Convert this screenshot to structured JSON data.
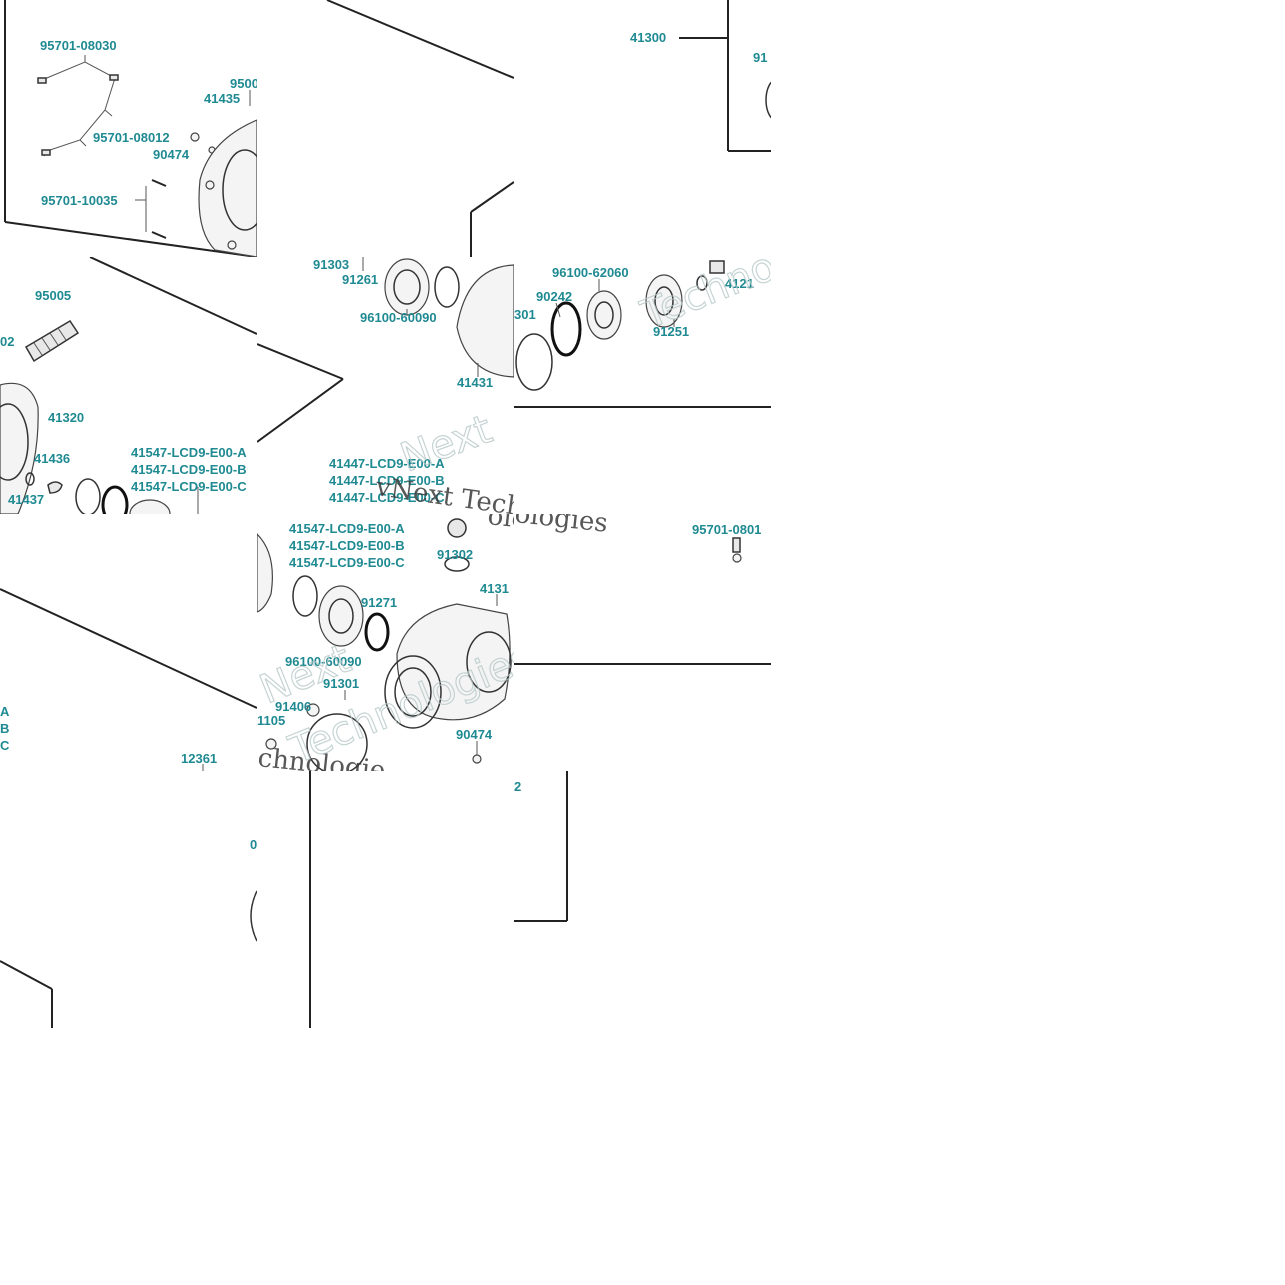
{
  "diagram": {
    "watermark_a": "vNext Technologies",
    "watermark_b": "Technologies",
    "watermark_c": "chnologie",
    "watermark_d": "Techno",
    "watermark_e": "ologies",
    "watermark_f": "Next",
    "part_numbers": {
      "p95701_08030": "95701-08030",
      "p9500": "9500",
      "p41435": "41435",
      "p95701_08012": "95701-08012",
      "p90474_a": "90474",
      "p95701_10035": "95701-10035",
      "p41300": "41300",
      "p91_top": "91",
      "p91303": "91303",
      "p91261": "91261",
      "p96100_60090_a": "96100-60090",
      "p41431": "41431",
      "p96100_62060": "96100-62060",
      "p90242": "90242",
      "p301": "301",
      "p91251": "91251",
      "p4121": "4121",
      "p95005": "95005",
      "p02": "02",
      "p41320": "41320",
      "p41436": "41436",
      "p41437": "41437",
      "p41547_a_trunc": "41547-LCD9-E00-A",
      "p41547_b_trunc": "41547-LCD9-E00-B",
      "p41547_c_trunc": "41547-LCD9-E00-C",
      "p41447_a": "41447-LCD9-E00-A",
      "p41447_b": "41447-LCD9-E00-B",
      "p41447_c": "41447-LCD9-E00-C",
      "p41547_a": "41547-LCD9-E00-A",
      "p41547_b": "41547-LCD9-E00-B",
      "p41547_c": "41547-LCD9-E00-C",
      "p91302": "91302",
      "p4131": "4131",
      "p91271": "91271",
      "p96100_60090_b": "96100-60090",
      "p91301": "91301",
      "p91406": "91406",
      "p1105": "1105",
      "p90474_b": "90474",
      "p95701_0801": "95701-0801",
      "pA": "A",
      "pB": "B",
      "pC": "C",
      "p12361": "12361",
      "p0": "0",
      "p2": "2"
    }
  }
}
